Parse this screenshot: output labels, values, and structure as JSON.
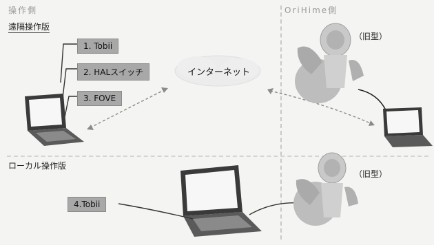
{
  "sections": {
    "operator_side": "操作側",
    "orihime_side": "OriHime側"
  },
  "remote": {
    "label": "遠隔操作版",
    "devices": [
      "1. Tobii",
      "2. HALスイッチ",
      "3. FOVE"
    ]
  },
  "local": {
    "label": "ローカル操作版",
    "device": "4.Tobii"
  },
  "internet_label": "インターネット",
  "robot_notes": [
    "（旧型）",
    "（旧型）"
  ],
  "colors": {
    "tag_bg": "#a8a8a8",
    "laptop": "#3a3a3a",
    "robot": "#bdbdbd",
    "divider": "#c8c8c8"
  }
}
